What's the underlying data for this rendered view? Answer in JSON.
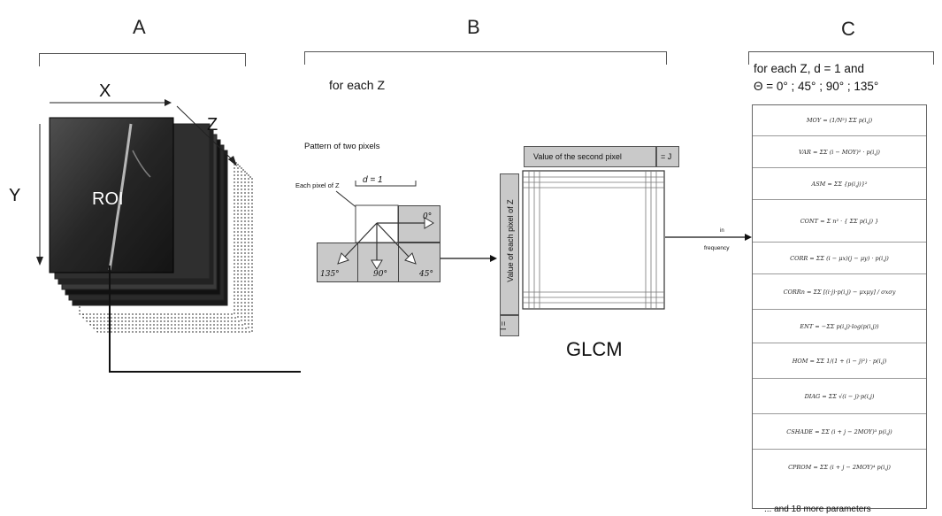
{
  "sections": {
    "a_label": "A",
    "b_label": "B",
    "c_label": "C"
  },
  "panel_a": {
    "x_label": "X",
    "y_label": "Y",
    "z_label": "Z",
    "roi_label": "ROI"
  },
  "panel_b": {
    "for_each": "for each Z",
    "pattern_title": "Pattern of two pixels",
    "each_pixel": "Each pixel of Z",
    "distance": "d = 1",
    "angles": [
      "0°",
      "135°",
      "90°",
      "45°"
    ],
    "second_pixel": "Value of the second pixel",
    "j_label": "= J",
    "first_pixel": "Value of each pixel of Z",
    "i_label": "I =",
    "glcm": "GLCM",
    "arrow_note_1": "in",
    "arrow_note_2": "frequency"
  },
  "panel_c": {
    "header_line1": "for each Z, d = 1 and",
    "header_line2": "Θ = 0° ; 45° ; 90° ; 135°",
    "formulas": [
      "MOY = (1/N²) ΣΣ p(i,j)",
      "VAR = ΣΣ (i − MOY)² · p(i,j)",
      "ASM = ΣΣ {p(i,j)}²",
      "CONT = Σ n² · { ΣΣ p(i,j) }",
      "CORR = ΣΣ (i − μx)(j − μy) · p(i,j)",
      "CORRn = ΣΣ [(i·j)·p(i,j) − μxμy] / σxσy",
      "ENT = −ΣΣ p(i,j)·log(p(i,j))",
      "HOM = ΣΣ 1/(1 + (i − j)²) · p(i,j)",
      "DIAG = ΣΣ √(i − j)·p(i,j)",
      "CSHADE = ΣΣ (i + j − 2MOY)³ p(i,j)",
      "CPROM = ΣΣ (i + j − 2MOY)⁴ p(i,j)"
    ],
    "more": "... and 18 more parameters"
  }
}
